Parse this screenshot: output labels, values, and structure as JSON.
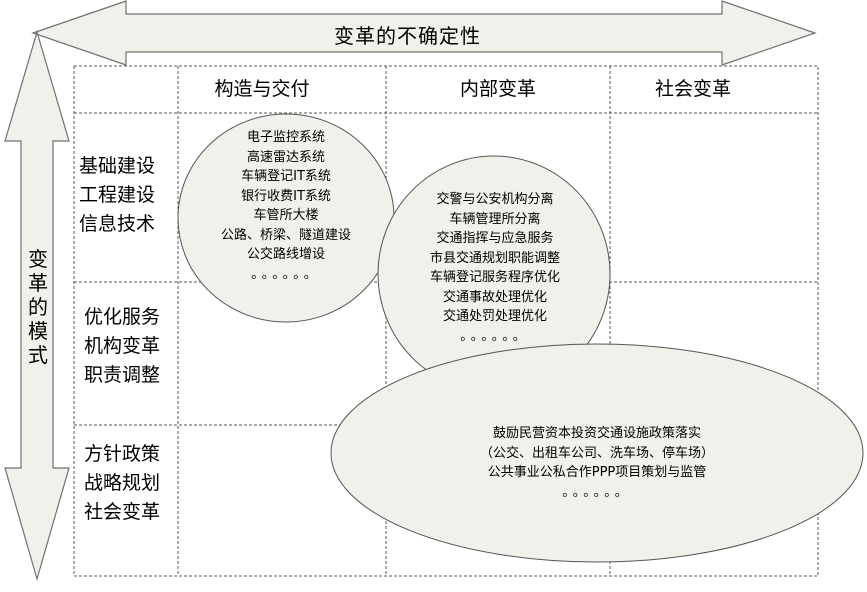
{
  "axes": {
    "x_title": "变革的不确定性",
    "y_title": [
      "变",
      "革",
      "的",
      "模",
      "式"
    ]
  },
  "columns": [
    "构造与交付",
    "内部变革",
    "社会变革"
  ],
  "rows": [
    [
      "基础建设",
      "工程建设",
      "信息技术"
    ],
    [
      "优化服务",
      "机构变革",
      "职责调整"
    ],
    [
      "方针政策",
      "战略规划",
      "社会变革"
    ]
  ],
  "ellipses": {
    "construction": [
      "电子监控系统",
      "高速雷达系统",
      "车辆登记IT系统",
      "银行收费IT系统",
      "车管所大楼",
      "公路、桥梁、隧道建设",
      "公交路线增设",
      "。。。。。。"
    ],
    "internal": [
      "交警与公安机构分离",
      "车辆管理所分离",
      "交通指挥与应急服务",
      "市县交通规划职能调整",
      "车辆登记服务程序优化",
      "交通事故处理优化",
      "交通处罚处理优化",
      "。。。。。。"
    ],
    "social": [
      "鼓励民营资本投资交通设施政策落实",
      "（公交、出租车公司、洗车场、停车场）",
      "公共事业公私合作PPP项目策划与监管",
      "。。。。。。"
    ]
  }
}
